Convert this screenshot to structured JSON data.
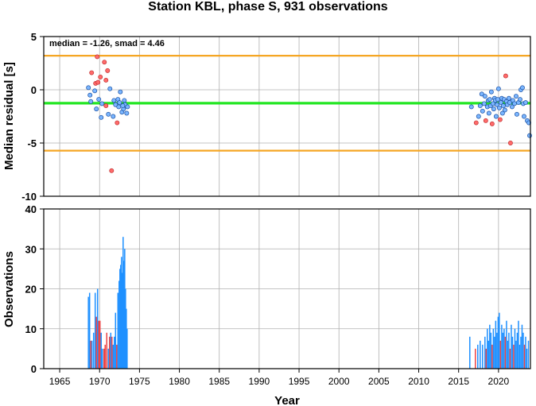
{
  "title": "Station KBL, phase S, 931 observations",
  "annotation": "median = -1.26, smad = 4.46",
  "xlabel": "Year",
  "colors": {
    "median_line": "#22e622",
    "smad_lines": "#f5a623",
    "positive": "#ee4444",
    "negative": "#1e90ff",
    "positive_fill": "#ff6b6b",
    "negative_fill": "#7bb6ff",
    "grid": "#b0b0b0"
  },
  "chart_data": [
    {
      "type": "scatter",
      "ylabel": "Median residual [s]",
      "xlim": [
        1963,
        2024
      ],
      "ylim": [
        -10,
        5
      ],
      "xticks": [
        1965,
        1970,
        1975,
        1980,
        1985,
        1990,
        1995,
        2000,
        2005,
        2010,
        2015,
        2020
      ],
      "yticks": [
        -10,
        -5,
        0,
        5
      ],
      "ytick_labels": [
        "-10",
        "-5",
        "0",
        "5"
      ],
      "grid": true,
      "median": -1.26,
      "smad": 4.46,
      "upper_line": 3.2,
      "lower_line": -5.72,
      "points": [
        {
          "x": 1968.6,
          "y": 0.2,
          "sign": "neg"
        },
        {
          "x": 1968.8,
          "y": -0.5,
          "sign": "neg"
        },
        {
          "x": 1968.9,
          "y": -1.1,
          "sign": "neg"
        },
        {
          "x": 1969.0,
          "y": 1.6,
          "sign": "pos"
        },
        {
          "x": 1969.4,
          "y": -0.1,
          "sign": "neg"
        },
        {
          "x": 1969.5,
          "y": 0.6,
          "sign": "pos"
        },
        {
          "x": 1969.6,
          "y": -1.8,
          "sign": "neg"
        },
        {
          "x": 1969.7,
          "y": 3.1,
          "sign": "pos"
        },
        {
          "x": 1969.8,
          "y": 0.7,
          "sign": "pos"
        },
        {
          "x": 1969.9,
          "y": -0.9,
          "sign": "neg"
        },
        {
          "x": 1970.1,
          "y": 1.2,
          "sign": "pos"
        },
        {
          "x": 1970.2,
          "y": -2.6,
          "sign": "neg"
        },
        {
          "x": 1970.3,
          "y": -1.3,
          "sign": "neg"
        },
        {
          "x": 1970.6,
          "y": 2.6,
          "sign": "pos"
        },
        {
          "x": 1970.8,
          "y": 0.9,
          "sign": "pos"
        },
        {
          "x": 1970.8,
          "y": -1.5,
          "sign": "pos"
        },
        {
          "x": 1971.0,
          "y": 1.8,
          "sign": "pos"
        },
        {
          "x": 1971.1,
          "y": -2.3,
          "sign": "neg"
        },
        {
          "x": 1971.3,
          "y": 0.1,
          "sign": "neg"
        },
        {
          "x": 1971.5,
          "y": -7.6,
          "sign": "pos"
        },
        {
          "x": 1971.7,
          "y": -2.5,
          "sign": "neg"
        },
        {
          "x": 1971.8,
          "y": -1.0,
          "sign": "neg"
        },
        {
          "x": 1972.0,
          "y": -1.4,
          "sign": "neg"
        },
        {
          "x": 1972.2,
          "y": -3.1,
          "sign": "pos"
        },
        {
          "x": 1972.3,
          "y": -0.9,
          "sign": "neg"
        },
        {
          "x": 1972.4,
          "y": -1.6,
          "sign": "neg"
        },
        {
          "x": 1972.5,
          "y": -1.2,
          "sign": "neg"
        },
        {
          "x": 1972.6,
          "y": -0.2,
          "sign": "neg"
        },
        {
          "x": 1972.8,
          "y": -2.1,
          "sign": "neg"
        },
        {
          "x": 1973.0,
          "y": -1.8,
          "sign": "neg"
        },
        {
          "x": 1973.1,
          "y": -1.0,
          "sign": "neg"
        },
        {
          "x": 1973.2,
          "y": -1.4,
          "sign": "neg"
        },
        {
          "x": 1973.4,
          "y": -2.2,
          "sign": "neg"
        },
        {
          "x": 1973.5,
          "y": -1.6,
          "sign": "neg"
        },
        {
          "x": 1972.9,
          "y": -1.5,
          "sign": "neg"
        },
        {
          "x": 2016.6,
          "y": -1.6,
          "sign": "neg"
        },
        {
          "x": 2017.2,
          "y": -3.1,
          "sign": "pos"
        },
        {
          "x": 2017.5,
          "y": -2.5,
          "sign": "neg"
        },
        {
          "x": 2017.7,
          "y": -1.5,
          "sign": "neg"
        },
        {
          "x": 2017.9,
          "y": -0.4,
          "sign": "neg"
        },
        {
          "x": 2018.0,
          "y": -2.0,
          "sign": "neg"
        },
        {
          "x": 2018.2,
          "y": -1.3,
          "sign": "neg"
        },
        {
          "x": 2018.3,
          "y": -0.6,
          "sign": "neg"
        },
        {
          "x": 2018.4,
          "y": -2.9,
          "sign": "pos"
        },
        {
          "x": 2018.6,
          "y": -1.6,
          "sign": "neg"
        },
        {
          "x": 2018.7,
          "y": -1.0,
          "sign": "neg"
        },
        {
          "x": 2018.8,
          "y": -2.2,
          "sign": "neg"
        },
        {
          "x": 2018.9,
          "y": -0.9,
          "sign": "neg"
        },
        {
          "x": 2019.0,
          "y": -1.5,
          "sign": "neg"
        },
        {
          "x": 2019.1,
          "y": -0.2,
          "sign": "neg"
        },
        {
          "x": 2019.2,
          "y": -3.2,
          "sign": "pos"
        },
        {
          "x": 2019.3,
          "y": -1.3,
          "sign": "neg"
        },
        {
          "x": 2019.4,
          "y": -1.8,
          "sign": "neg"
        },
        {
          "x": 2019.5,
          "y": -0.8,
          "sign": "neg"
        },
        {
          "x": 2019.6,
          "y": -1.0,
          "sign": "neg"
        },
        {
          "x": 2019.7,
          "y": -2.5,
          "sign": "neg"
        },
        {
          "x": 2019.8,
          "y": -1.4,
          "sign": "neg"
        },
        {
          "x": 2019.9,
          "y": -0.9,
          "sign": "neg"
        },
        {
          "x": 2020.0,
          "y": 0.1,
          "sign": "neg"
        },
        {
          "x": 2020.1,
          "y": -1.7,
          "sign": "neg"
        },
        {
          "x": 2020.2,
          "y": -2.8,
          "sign": "pos"
        },
        {
          "x": 2020.3,
          "y": -1.2,
          "sign": "neg"
        },
        {
          "x": 2020.4,
          "y": -0.8,
          "sign": "neg"
        },
        {
          "x": 2020.5,
          "y": -2.2,
          "sign": "neg"
        },
        {
          "x": 2020.6,
          "y": -1.5,
          "sign": "neg"
        },
        {
          "x": 2020.7,
          "y": -0.9,
          "sign": "neg"
        },
        {
          "x": 2020.8,
          "y": -1.9,
          "sign": "neg"
        },
        {
          "x": 2020.9,
          "y": 1.3,
          "sign": "pos"
        },
        {
          "x": 2021.0,
          "y": -1.1,
          "sign": "neg"
        },
        {
          "x": 2021.1,
          "y": -1.4,
          "sign": "neg"
        },
        {
          "x": 2021.3,
          "y": -0.8,
          "sign": "neg"
        },
        {
          "x": 2021.4,
          "y": -1.2,
          "sign": "neg"
        },
        {
          "x": 2021.5,
          "y": -5.0,
          "sign": "pos"
        },
        {
          "x": 2021.7,
          "y": -1.6,
          "sign": "neg"
        },
        {
          "x": 2021.8,
          "y": -1.0,
          "sign": "neg"
        },
        {
          "x": 2022.0,
          "y": -1.3,
          "sign": "neg"
        },
        {
          "x": 2022.2,
          "y": -0.6,
          "sign": "neg"
        },
        {
          "x": 2022.3,
          "y": -2.3,
          "sign": "neg"
        },
        {
          "x": 2022.5,
          "y": -1.2,
          "sign": "neg"
        },
        {
          "x": 2022.7,
          "y": -0.9,
          "sign": "neg"
        },
        {
          "x": 2022.8,
          "y": 0.0,
          "sign": "neg"
        },
        {
          "x": 2023.0,
          "y": 0.2,
          "sign": "neg"
        },
        {
          "x": 2023.1,
          "y": -1.3,
          "sign": "neg"
        },
        {
          "x": 2023.2,
          "y": -2.5,
          "sign": "neg"
        },
        {
          "x": 2023.4,
          "y": -1.2,
          "sign": "neg"
        },
        {
          "x": 2023.6,
          "y": -2.9,
          "sign": "neg"
        },
        {
          "x": 2023.8,
          "y": -3.1,
          "sign": "neg"
        },
        {
          "x": 2023.9,
          "y": -4.3,
          "sign": "neg"
        }
      ]
    },
    {
      "type": "bar",
      "ylabel": "Observations",
      "xlim": [
        1963,
        2024
      ],
      "ylim": [
        0,
        40
      ],
      "xticks": [
        1965,
        1970,
        1975,
        1980,
        1985,
        1990,
        1995,
        2000,
        2005,
        2010,
        2015,
        2020
      ],
      "xtick_labels": [
        "1965",
        "1970",
        "1975",
        "1980",
        "1985",
        "1990",
        "1995",
        "2000",
        "2005",
        "2010",
        "2015",
        "2020"
      ],
      "yticks": [
        0,
        10,
        20,
        30,
        40
      ],
      "ytick_labels": [
        "0",
        "10",
        "20",
        "30",
        "40"
      ],
      "grid": true,
      "bars": [
        {
          "x": 1968.6,
          "y": 18,
          "sign": "neg"
        },
        {
          "x": 1968.75,
          "y": 19,
          "sign": "neg"
        },
        {
          "x": 1968.9,
          "y": 7,
          "sign": "pos"
        },
        {
          "x": 1969.05,
          "y": 7,
          "sign": "neg"
        },
        {
          "x": 1969.25,
          "y": 9,
          "sign": "neg"
        },
        {
          "x": 1969.45,
          "y": 19,
          "sign": "neg"
        },
        {
          "x": 1969.6,
          "y": 13,
          "sign": "pos"
        },
        {
          "x": 1969.75,
          "y": 20,
          "sign": "neg"
        },
        {
          "x": 1969.9,
          "y": 12,
          "sign": "pos"
        },
        {
          "x": 1970.05,
          "y": 12,
          "sign": "pos"
        },
        {
          "x": 1970.2,
          "y": 9,
          "sign": "neg"
        },
        {
          "x": 1970.35,
          "y": 5,
          "sign": "neg"
        },
        {
          "x": 1970.55,
          "y": 5,
          "sign": "pos"
        },
        {
          "x": 1970.7,
          "y": 6,
          "sign": "pos"
        },
        {
          "x": 1970.9,
          "y": 9,
          "sign": "pos"
        },
        {
          "x": 1971.1,
          "y": 5,
          "sign": "neg"
        },
        {
          "x": 1971.25,
          "y": 8,
          "sign": "pos"
        },
        {
          "x": 1971.4,
          "y": 9,
          "sign": "neg"
        },
        {
          "x": 1971.55,
          "y": 8,
          "sign": "pos"
        },
        {
          "x": 1971.7,
          "y": 6,
          "sign": "neg"
        },
        {
          "x": 1971.85,
          "y": 8,
          "sign": "neg"
        },
        {
          "x": 1972.0,
          "y": 14,
          "sign": "neg"
        },
        {
          "x": 1972.15,
          "y": 6,
          "sign": "pos"
        },
        {
          "x": 1972.3,
          "y": 19,
          "sign": "neg"
        },
        {
          "x": 1972.45,
          "y": 22,
          "sign": "neg"
        },
        {
          "x": 1972.55,
          "y": 25,
          "sign": "neg"
        },
        {
          "x": 1972.65,
          "y": 26,
          "sign": "neg"
        },
        {
          "x": 1972.75,
          "y": 28,
          "sign": "neg"
        },
        {
          "x": 1972.85,
          "y": 24,
          "sign": "neg"
        },
        {
          "x": 1972.95,
          "y": 33,
          "sign": "neg"
        },
        {
          "x": 1973.05,
          "y": 27,
          "sign": "neg"
        },
        {
          "x": 1973.15,
          "y": 30,
          "sign": "neg"
        },
        {
          "x": 1973.25,
          "y": 20,
          "sign": "neg"
        },
        {
          "x": 1973.35,
          "y": 15,
          "sign": "neg"
        },
        {
          "x": 1973.45,
          "y": 10,
          "sign": "neg"
        },
        {
          "x": 2016.4,
          "y": 8,
          "sign": "neg"
        },
        {
          "x": 2017.1,
          "y": 5,
          "sign": "pos"
        },
        {
          "x": 2017.4,
          "y": 6,
          "sign": "neg"
        },
        {
          "x": 2017.7,
          "y": 7,
          "sign": "neg"
        },
        {
          "x": 2018.0,
          "y": 6,
          "sign": "neg"
        },
        {
          "x": 2018.3,
          "y": 8,
          "sign": "neg"
        },
        {
          "x": 2018.45,
          "y": 5,
          "sign": "pos"
        },
        {
          "x": 2018.6,
          "y": 10,
          "sign": "neg"
        },
        {
          "x": 2018.75,
          "y": 7,
          "sign": "neg"
        },
        {
          "x": 2018.9,
          "y": 11,
          "sign": "neg"
        },
        {
          "x": 2019.05,
          "y": 9,
          "sign": "neg"
        },
        {
          "x": 2019.2,
          "y": 6,
          "sign": "pos"
        },
        {
          "x": 2019.35,
          "y": 10,
          "sign": "neg"
        },
        {
          "x": 2019.5,
          "y": 8,
          "sign": "neg"
        },
        {
          "x": 2019.65,
          "y": 12,
          "sign": "neg"
        },
        {
          "x": 2019.8,
          "y": 9,
          "sign": "neg"
        },
        {
          "x": 2019.95,
          "y": 13,
          "sign": "neg"
        },
        {
          "x": 2020.1,
          "y": 14,
          "sign": "neg"
        },
        {
          "x": 2020.25,
          "y": 7,
          "sign": "pos"
        },
        {
          "x": 2020.4,
          "y": 11,
          "sign": "neg"
        },
        {
          "x": 2020.55,
          "y": 9,
          "sign": "neg"
        },
        {
          "x": 2020.7,
          "y": 10,
          "sign": "neg"
        },
        {
          "x": 2020.85,
          "y": 8,
          "sign": "pos"
        },
        {
          "x": 2021.0,
          "y": 12,
          "sign": "neg"
        },
        {
          "x": 2021.15,
          "y": 7,
          "sign": "neg"
        },
        {
          "x": 2021.3,
          "y": 9,
          "sign": "neg"
        },
        {
          "x": 2021.45,
          "y": 5,
          "sign": "pos"
        },
        {
          "x": 2021.6,
          "y": 11,
          "sign": "neg"
        },
        {
          "x": 2021.75,
          "y": 8,
          "sign": "neg"
        },
        {
          "x": 2021.9,
          "y": 6,
          "sign": "pos"
        },
        {
          "x": 2022.05,
          "y": 10,
          "sign": "neg"
        },
        {
          "x": 2022.2,
          "y": 7,
          "sign": "neg"
        },
        {
          "x": 2022.35,
          "y": 9,
          "sign": "neg"
        },
        {
          "x": 2022.5,
          "y": 12,
          "sign": "neg"
        },
        {
          "x": 2022.65,
          "y": 6,
          "sign": "neg"
        },
        {
          "x": 2022.8,
          "y": 8,
          "sign": "neg"
        },
        {
          "x": 2022.95,
          "y": 11,
          "sign": "neg"
        },
        {
          "x": 2023.1,
          "y": 9,
          "sign": "neg"
        },
        {
          "x": 2023.25,
          "y": 6,
          "sign": "pos"
        },
        {
          "x": 2023.4,
          "y": 8,
          "sign": "neg"
        },
        {
          "x": 2023.55,
          "y": 5,
          "sign": "neg"
        },
        {
          "x": 2023.75,
          "y": 7,
          "sign": "neg"
        }
      ]
    }
  ]
}
